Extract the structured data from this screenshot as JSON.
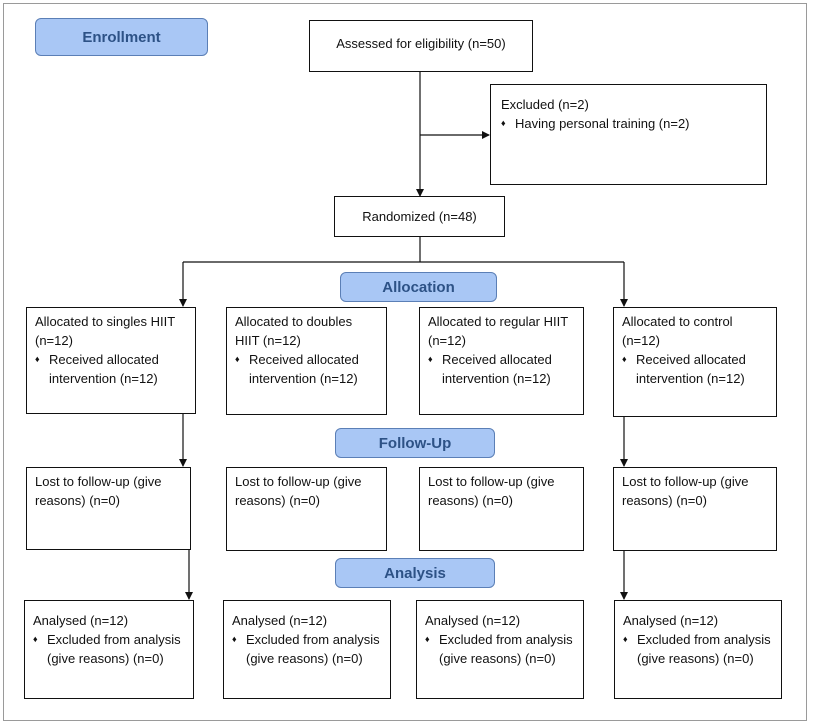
{
  "stages": {
    "enrollment": "Enrollment",
    "allocation": "Allocation",
    "followup": "Follow-Up",
    "analysis": "Analysis"
  },
  "assessed": "Assessed for eligibility (n=50)",
  "excluded": {
    "title": "Excluded  (n=2)",
    "bullet_symbol": "♦",
    "reason": "Having personal training (n=2)"
  },
  "randomized": "Randomized (n=48)",
  "allocation": [
    {
      "title": "Allocated to singles HIIT (n=12)",
      "received": "Received allocated intervention (n=12)"
    },
    {
      "title": "Allocated to doubles HIIT (n=12)",
      "received": "Received allocated intervention (n=12)"
    },
    {
      "title": "Allocated to regular HIIT (n=12)",
      "received": "Received allocated intervention (n=12)"
    },
    {
      "title": "Allocated to control (n=12)",
      "received": "Received allocated intervention (n=12)"
    }
  ],
  "followup": [
    "Lost to follow-up (give reasons) (n=0)",
    "Lost to follow-up (give reasons) (n=0)",
    "Lost to follow-up (give reasons) (n=0)",
    "Lost to follow-up (give reasons) (n=0)"
  ],
  "analysis": [
    {
      "title": "Analysed  (n=12)",
      "excluded": "Excluded from analysis (give reasons) (n=0)"
    },
    {
      "title": "Analysed  (n=12)",
      "excluded": "Excluded from analysis (give reasons) (n=0)"
    },
    {
      "title": "Analysed  (n=12)",
      "excluded": "Excluded from analysis (give reasons) (n=0)"
    },
    {
      "title": "Analysed  (n=12)",
      "excluded": "Excluded from analysis (give reasons) (n=0)"
    }
  ],
  "colors": {
    "stage_fill": "#a9c7f5",
    "stage_text": "#2d5286",
    "line": "#111111"
  }
}
